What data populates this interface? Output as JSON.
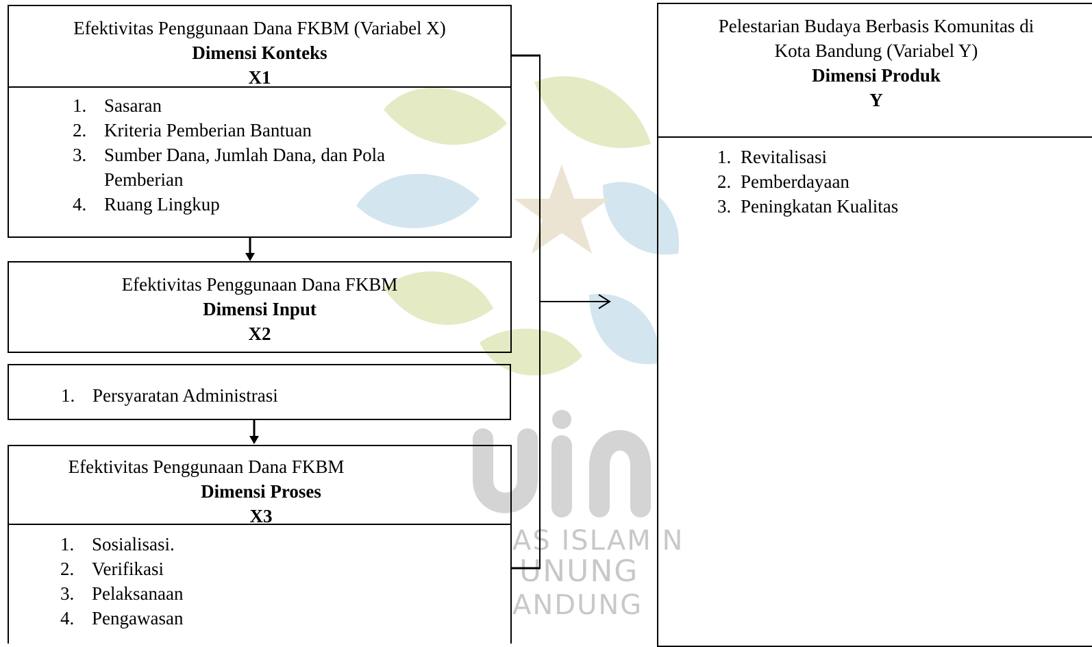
{
  "watermark": {
    "text_line1": "AS ISLAM N",
    "text_line2": "UNUNG",
    "text_line3": "ANDUNG"
  },
  "x1": {
    "title": "Efektivitas Penggunaan Dana FKBM (Variabel X)",
    "dimension": "Dimensi Konteks",
    "code": "X1",
    "items": [
      {
        "num": "1.",
        "text": "Sasaran"
      },
      {
        "num": "2.",
        "text": "Kriteria Pemberian Bantuan"
      },
      {
        "num": "3.",
        "text": "Sumber Dana, Jumlah Dana, dan Pola"
      },
      {
        "num": "",
        "text": "Pemberian"
      },
      {
        "num": "4.",
        "text": "Ruang Lingkup"
      }
    ]
  },
  "x2": {
    "title": "Efektivitas Penggunaan Dana FKBM",
    "dimension": "Dimensi Input",
    "code": "X2",
    "items": [
      {
        "num": "1.",
        "text": "Persyaratan Administrasi"
      }
    ]
  },
  "x3": {
    "title": "Efektivitas Penggunaan Dana FKBM",
    "dimension": "Dimensi Proses",
    "code": "X3",
    "items": [
      {
        "num": "1.",
        "text": "Sosialisasi."
      },
      {
        "num": "2.",
        "text": "Verifikasi"
      },
      {
        "num": "3.",
        "text": "Pelaksanaan"
      },
      {
        "num": "4.",
        "text": "Pengawasan"
      }
    ]
  },
  "y": {
    "title_line1": "Pelestarian Budaya Berbasis Komunitas di",
    "title_line2": "Kota Bandung  (Variabel Y)",
    "dimension": "Dimensi Produk",
    "code": "Y",
    "items": [
      {
        "num": "1.",
        "text": "Revitalisasi"
      },
      {
        "num": "2.",
        "text": "Pemberdayaan"
      },
      {
        "num": "3.",
        "text": "Peningkatan Kualitas"
      }
    ]
  },
  "colors": {
    "watermark_green": "#e4ebc4",
    "watermark_blue": "#d3e5ee",
    "watermark_star": "#ece4d2",
    "watermark_gray": "#c8c8c8"
  }
}
